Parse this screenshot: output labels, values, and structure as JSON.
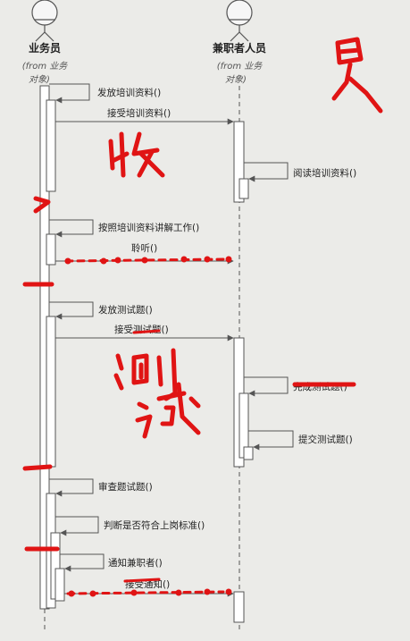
{
  "actors": [
    {
      "name": "业务员",
      "sub1": "(from 业务",
      "sub2": "对象)"
    },
    {
      "name": "兼职者人员",
      "sub1": "(from 业务",
      "sub2": "对象)"
    }
  ],
  "messages": [
    {
      "id": "m1",
      "label": "发放培训资料()"
    },
    {
      "id": "m2",
      "label": "接受培训资料()"
    },
    {
      "id": "m3",
      "label": "阅读培训资料()"
    },
    {
      "id": "m4",
      "label": "按照培训资料讲解工作()"
    },
    {
      "id": "m5",
      "label": "聆听()"
    },
    {
      "id": "m6",
      "label": "发放测试题()"
    },
    {
      "id": "m7",
      "label": "接受测试题()"
    },
    {
      "id": "m8",
      "label": "完成测试题()"
    },
    {
      "id": "m9",
      "label": "提交测试题()"
    },
    {
      "id": "m10",
      "label": "审查题试题()"
    },
    {
      "id": "m11",
      "label": "判断是否符合上岗标准()"
    },
    {
      "id": "m12",
      "label": "通知兼职者()"
    },
    {
      "id": "m13",
      "label": "接受通知()"
    }
  ],
  "colors": {
    "ink": "#e01414",
    "line": "#555555",
    "background": "#ebebe8"
  }
}
